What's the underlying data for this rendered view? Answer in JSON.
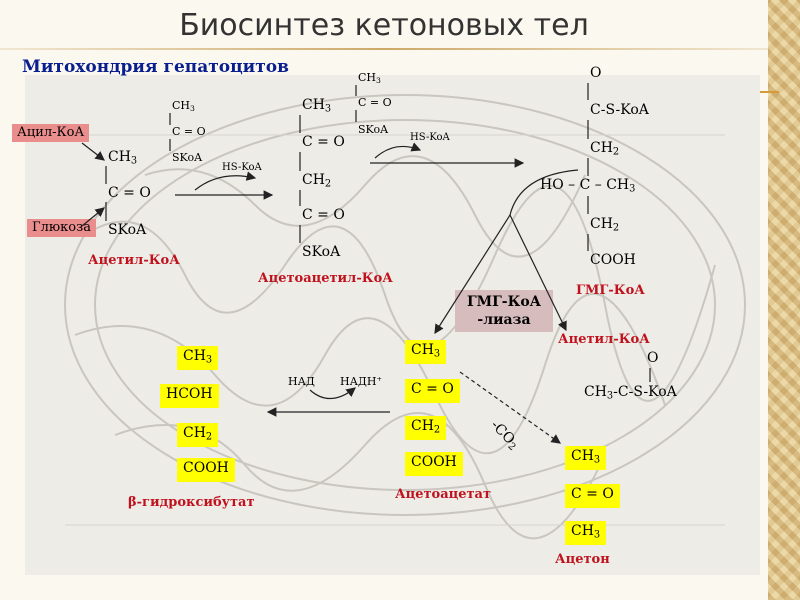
{
  "slide": {
    "title": "Биосинтез кетоновых тел",
    "subtitle": "Митохондрия гепатоцитов"
  },
  "inputs": {
    "acyl_coa": "Ацил-КоА",
    "glucose": "Глюкоза"
  },
  "acetyl_coa_1": {
    "ch": "CH",
    "ch_sub": "3",
    "co": "C = O",
    "skoa": "SKoA",
    "label": "Ацетил-КоА"
  },
  "acetyl_coa_small_1": {
    "ch": "CH",
    "ch_sub": "3",
    "co": "C = O",
    "skoa": "SKoA"
  },
  "hs_coa_1": "HS-KoA",
  "acetoacetyl_coa": {
    "ch": "CH",
    "ch_sub": "3",
    "co1": "C = O",
    "ch2": "CH",
    "ch2_sub": "2",
    "co2": "C = O",
    "skoa": "SKoA",
    "label": "Ацетоацетил-КоА"
  },
  "acetyl_coa_small_2": {
    "ch": "CH",
    "ch_sub": "3",
    "co": "C = O",
    "skoa": "SKoA"
  },
  "hs_coa_2": "HS-KoA",
  "hmg_coa": {
    "o": "O",
    "cskoa": "C-S-KoA",
    "ch2a": "CH",
    "ch2a_sub": "2",
    "mid": "HO – C – CH",
    "mid_sub": "3",
    "ch2b": "CH",
    "ch2b_sub": "2",
    "cooh": "COOH",
    "label": "ГМГ-КоА"
  },
  "enzyme": {
    "line1": "ГМГ-КоА",
    "line2": "-лиаза"
  },
  "acetyl_coa_out": {
    "label": "Ацетил-КоА",
    "o": "O",
    "formula": "CH",
    "formula_sub": "3",
    "formula_rest": "-C-S-KoA"
  },
  "acetoacetate": {
    "ch3": "CH",
    "ch3_sub": "3",
    "co": "C = O",
    "ch2": "CH",
    "ch2_sub": "2",
    "cooh": "COOH",
    "label": "Ацетоацетат"
  },
  "co2": {
    "text": "-CO",
    "sub": "2"
  },
  "acetone": {
    "ch3a": "CH",
    "ch3a_sub": "3",
    "co": "C = O",
    "ch3b": "CH",
    "ch3b_sub": "3",
    "label": "Ацетон"
  },
  "cofactors": {
    "nad": "НАД",
    "nadh": "НАДН",
    "nadh_sup": "+"
  },
  "hydroxybutyrate": {
    "ch3": "CH",
    "ch3_sub": "3",
    "hcoh": "HCOH",
    "ch2": "CH",
    "ch2_sub": "2",
    "cooh": "COOH",
    "label": "β-гидроксибутат"
  },
  "colors": {
    "highlight": "#ffff00",
    "label_red": "#c0121d",
    "subtitle_blue": "#0a1f8f",
    "input_pink": "#e98d8d",
    "enzyme_gray": "#d6bcbc"
  }
}
